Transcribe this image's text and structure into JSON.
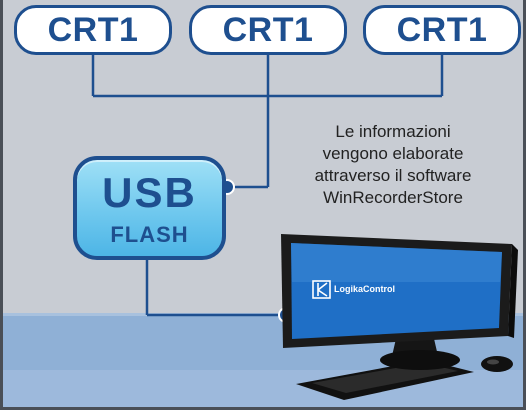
{
  "nodes": {
    "crt": [
      "CRT1",
      "CRT1",
      "CRT1"
    ],
    "usb": {
      "title": "USB",
      "subtitle": "FLASH"
    }
  },
  "info_text": {
    "lines": [
      "Le informazioni",
      "vengono elaborate",
      "attraverso il software",
      "WinRecorderStore"
    ]
  },
  "monitor": {
    "brand": "LogikaControl"
  },
  "colors": {
    "background": "#c8ccd3",
    "floor": "#8fb0d6",
    "node_border": "#1e4f8f",
    "usb_fill": "#6fc8ee",
    "screen": "#1f6fc6",
    "monitor_body": "#1b1b1b"
  }
}
